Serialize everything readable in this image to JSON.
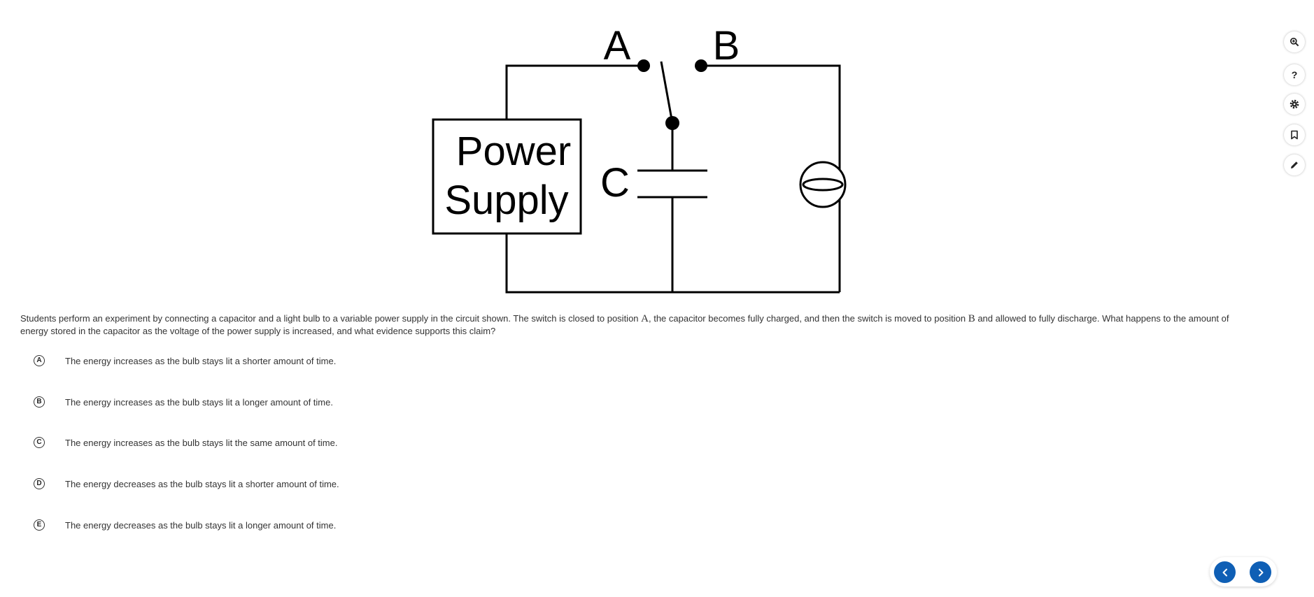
{
  "figure": {
    "switch_labels": {
      "a": "A",
      "b": "B"
    },
    "capacitor_label": "C",
    "power_supply_lines": [
      "Power",
      "Supply"
    ]
  },
  "question": {
    "part1": "Students perform an experiment by connecting a capacitor and a light bulb to a variable power supply in the circuit shown. The switch is closed to position ",
    "var_a": "A",
    "part2": ", the capacitor becomes fully charged, and then the switch is moved to position ",
    "var_b": "B",
    "part3": " and allowed to fully discharge. What happens to the amount of energy stored in the capacitor as the voltage of the power supply is increased, and what evidence supports this claim?"
  },
  "choices": [
    {
      "letter": "A",
      "text": "The energy increases as the bulb stays lit a shorter amount of time."
    },
    {
      "letter": "B",
      "text": "The energy increases as the bulb stays lit a longer amount of time."
    },
    {
      "letter": "C",
      "text": "The energy increases as the bulb stays lit the same amount of time."
    },
    {
      "letter": "D",
      "text": "The energy decreases as the bulb stays lit a shorter amount of time."
    },
    {
      "letter": "E",
      "text": "The energy decreases as the bulb stays lit a longer amount of time."
    }
  ],
  "toolbar": {
    "tools": [
      "zoom-in-icon",
      "help-icon",
      "settings-icon",
      "bookmark-icon",
      "pencil-icon"
    ],
    "help_glyph": "?"
  },
  "navigation": {
    "previous_icon": "chevron-left-icon",
    "next_icon": "chevron-right-icon"
  },
  "colors": {
    "nav_button": "#0f5fb5",
    "text": "#333333"
  }
}
